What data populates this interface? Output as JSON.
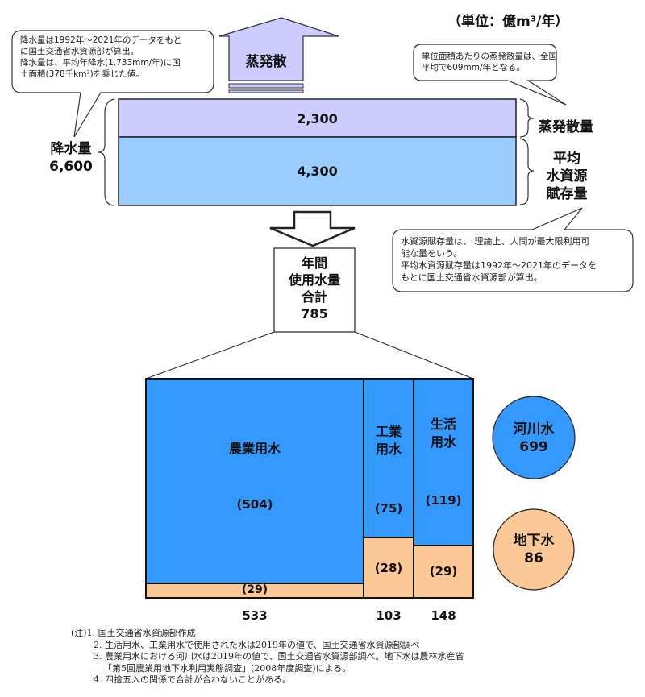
{
  "unit": "（単位：億m³/年）",
  "evaporation_arrow_label": "蒸発散",
  "bubbles": {
    "precipitation_note": [
      "降水量は1992年～2021年のデータをもと",
      "に国土交通省水資源部が算出。",
      "降水量は、平均年降水(1,733mm/年)に国",
      "土面積(378千km²)を乗じた値。"
    ],
    "evaporation_note": [
      "単位面積あたりの蒸発散量は、全国",
      "平均で609mm/年となる。"
    ],
    "resources_note": [
      "水資源賦存量は、 理論上、人間が最大限利用可",
      "能な量をいう。",
      "平均水資源賦存量は1992年～2021年のデータを",
      "もとに国土交通省水資源部が算出。"
    ]
  },
  "bands": {
    "evaporation_value": "2,300",
    "evaporation_label": "蒸発散量",
    "resources_value": "4,300",
    "resources_label": [
      "平均",
      "水資源",
      "賦存量"
    ],
    "precipitation_label": "降水量",
    "precipitation_value": "6,600"
  },
  "total_box": {
    "lines": [
      "年間",
      "使用水量",
      "合計"
    ],
    "value": "785"
  },
  "usage": [
    {
      "name": "農業用水",
      "name_lines": [
        "農業用水"
      ],
      "river": "(504)",
      "ground": "(29)",
      "total": "533"
    },
    {
      "name": "工業用水",
      "name_lines": [
        "工業",
        "用水"
      ],
      "river": "(75)",
      "ground": "(28)",
      "total": "103"
    },
    {
      "name": "生活用水",
      "name_lines": [
        "生活",
        "用水"
      ],
      "river": "(119)",
      "ground": "(29)",
      "total": "148"
    }
  ],
  "sources": {
    "river": {
      "label": "河川水",
      "value": "699"
    },
    "ground": {
      "label": "地下水",
      "value": "86"
    }
  },
  "notes": {
    "prefix": "(注)",
    "items": [
      "1.  国土交通省水資源部作成",
      "2.  生活用水、工業用水で使用された水は2019年の値で、国土交通省水資源部調べ",
      "3.  農業用水における河川水は2019年の値で、国土交通省水資源部調べ。地下水は農林水産省",
      "「第5回農業用地下水利用実態調査」(2008年度調査)による。",
      "4.  四捨五入の関係で合計が合わないことがある。"
    ]
  },
  "colors": {
    "lavender": "#ccccff",
    "light_blue": "#99ccff",
    "blue": "#3399ff",
    "orange": "#fcc896"
  }
}
